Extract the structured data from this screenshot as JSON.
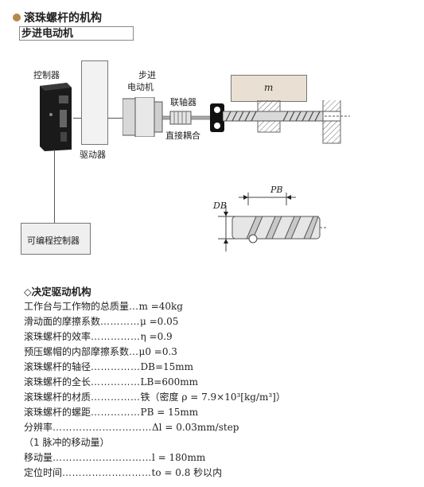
{
  "heading": "滚珠螺杆的机构",
  "subtitle": "步进电动机",
  "diagram": {
    "controller_label": "控制器",
    "driver_label": "驱动器",
    "motor_label_line1": "步进",
    "motor_label_line2": "电动机",
    "coupling_label": "联轴器",
    "direct_coupling_label": "直接耦合",
    "mass_label": "m",
    "plc_label": "可编程控制器",
    "db_label": "DB",
    "pb_label": "PB"
  },
  "specs": {
    "title": "◇决定驱动机构",
    "rows": [
      {
        "name": "工作台与工作物的总质量",
        "dots": "…",
        "value": "m =40kg"
      },
      {
        "name": "滑动面的摩擦系数",
        "dots": "…………",
        "value": "μ =0.05"
      },
      {
        "name": "滚珠螺杆的效率",
        "dots": "……………",
        "value": "η =0.9"
      },
      {
        "name": "预压螺帽的内部摩擦系数",
        "dots": "…",
        "value": "μ0 =0.3"
      },
      {
        "name": "滚珠螺杆的轴径",
        "dots": "……………",
        "value": "DB=15mm"
      },
      {
        "name": "滚珠螺杆的全长",
        "dots": "……………",
        "value": "LB=600mm"
      },
      {
        "name": "滚珠螺杆的材质",
        "dots": "……………",
        "value": "铁（密度 ρ = 7.9×10³[kg/m³]）"
      },
      {
        "name": "滚珠螺杆的螺距",
        "dots": "……………",
        "value": "PB = 15mm"
      },
      {
        "name": "分辨率",
        "dots": "…………………………",
        "value": "Δl = 0.03mm/step"
      },
      {
        "name": "（1 脉冲的移动量）",
        "dots": "",
        "value": ""
      },
      {
        "name": "移动量",
        "dots": "…………………………",
        "value": "l  = 180mm"
      },
      {
        "name": "定位时间",
        "dots": "………………………",
        "value": "to = 0.8 秒以内"
      }
    ]
  }
}
